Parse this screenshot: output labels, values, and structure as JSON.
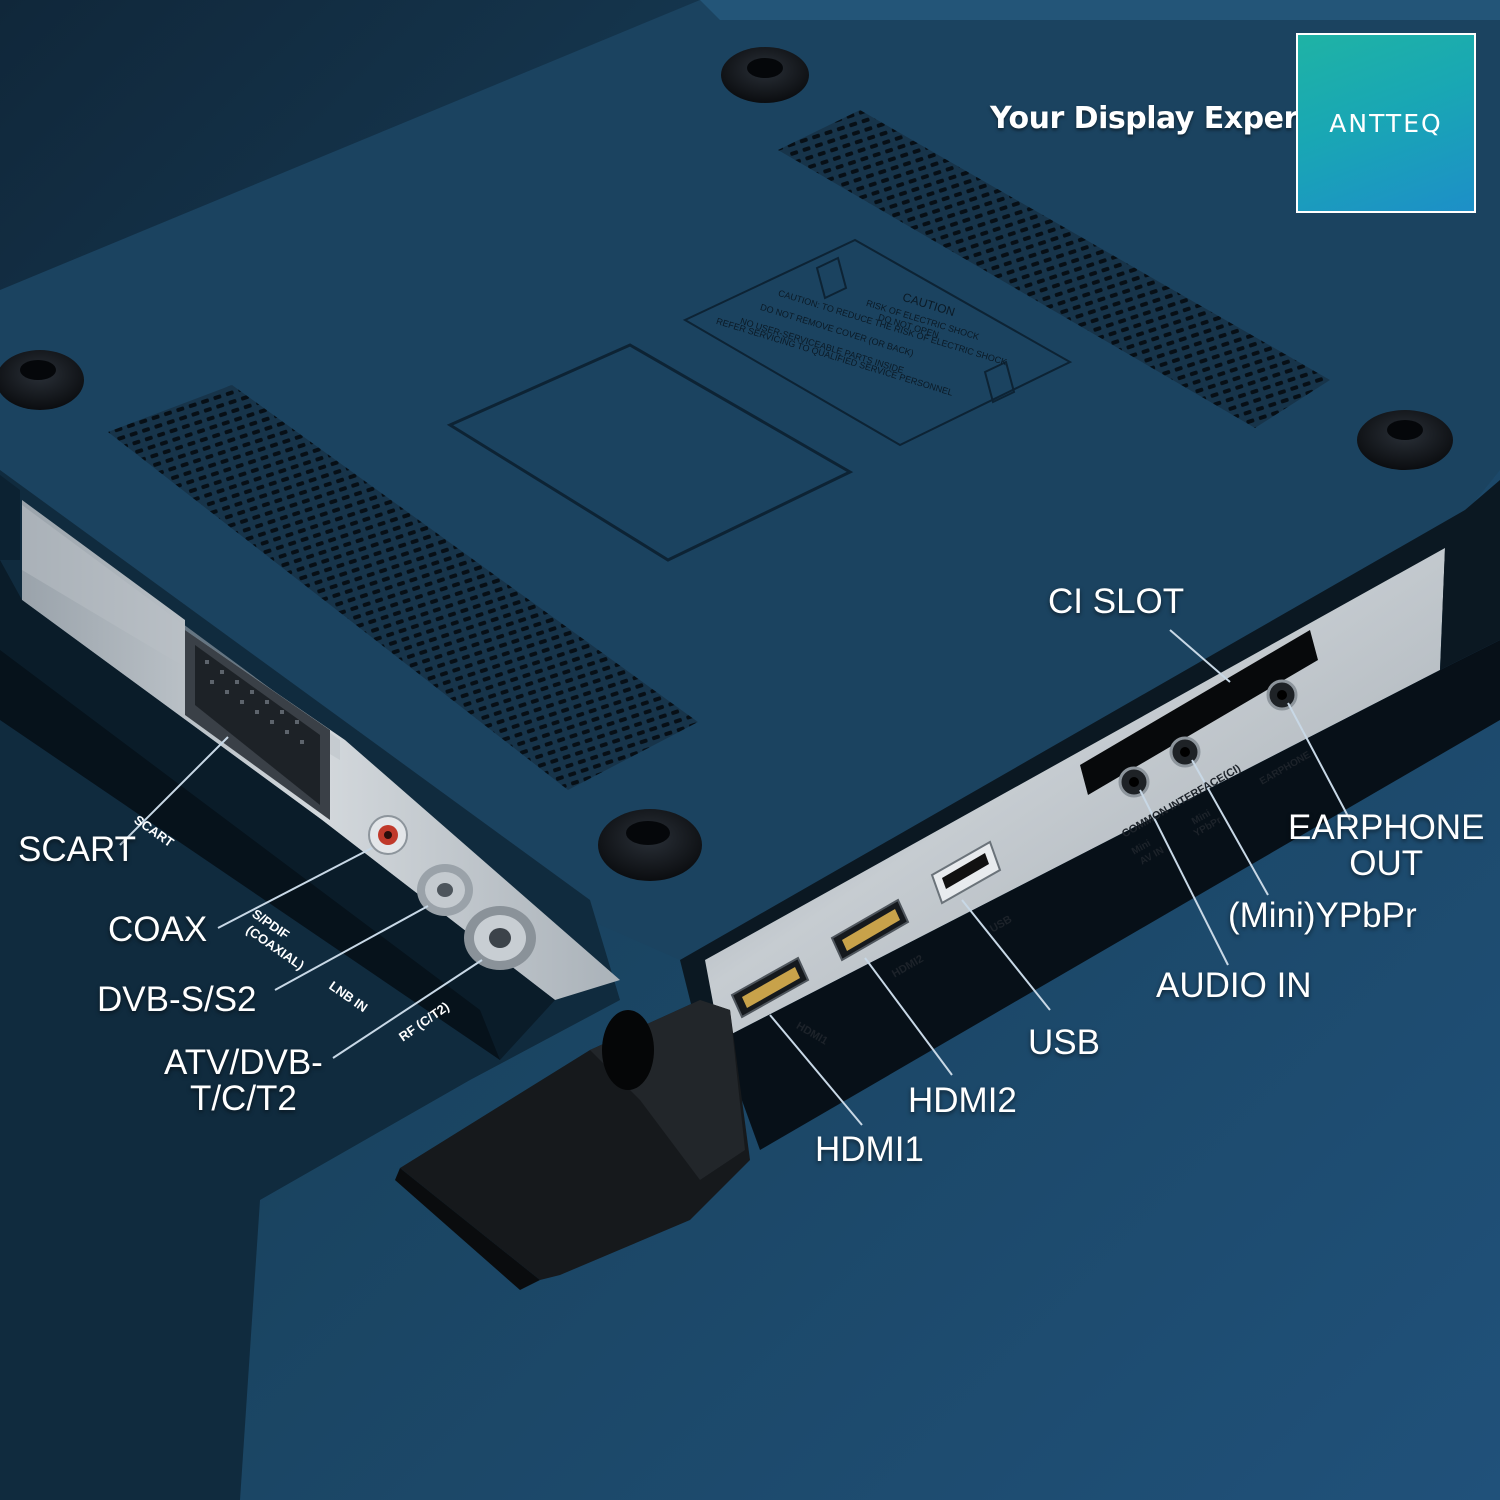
{
  "brand": {
    "tagline": "Your Display Expert",
    "logo_text": "ANTTEQ",
    "logo_colors": [
      "#1fb3a5",
      "#1d8fc8"
    ]
  },
  "callouts": {
    "scart": "SCART",
    "coax": "COAX",
    "dvb_s": "DVB-S/S2",
    "atv_line1": "ATV/DVB-",
    "atv_line2": "T/C/T2",
    "ci_slot": "CI SLOT",
    "earphone_line1": "EARPHONE",
    "earphone_line2": "OUT",
    "ypbpr": "(Mini)YPbPr",
    "audio_in": "AUDIO IN",
    "usb": "USB",
    "hdmi2": "HDMI2",
    "hdmi1": "HDMI1"
  },
  "panel_labels": {
    "scart": "SCART",
    "spdif_line1": "S/PDIF",
    "spdif_line2": "(COAXIAL)",
    "lnb": "LNB IN",
    "rf": "RF (C/T2)",
    "hdmi1": "HDMI1",
    "hdmi2": "HDMI2",
    "usb": "USB",
    "common_interface": "COMMON INTERFACE(CI)",
    "mini_av_line1": "Mini",
    "mini_av_line2": "AV IN",
    "mini_ypbpr_line1": "Mini",
    "mini_ypbpr_line2": "YPbPr",
    "earphone": "EARPHONE"
  },
  "caution_label": {
    "title": "CAUTION",
    "line1": "RISK OF ELECTRIC SHOCK",
    "line2": "DO NOT OPEN",
    "text1": "CAUTION: TO REDUCE THE RISK OF ELECTRIC SHOCK",
    "text2": "DO NOT REMOVE COVER (OR BACK)",
    "text3": "NO USER-SERVICEABLE PARTS INSIDE",
    "text4": "REFER SERVICING TO QUALIFIED SERVICE PERSONNEL"
  },
  "colors": {
    "background": "#173a52",
    "panel": "#c9ced3",
    "callout_line": "#c8d8e6"
  }
}
